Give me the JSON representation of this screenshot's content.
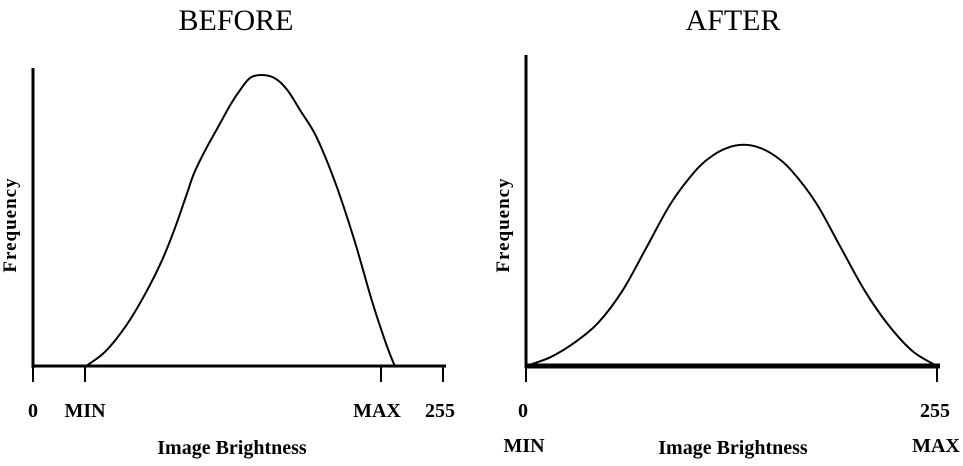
{
  "chart_data": [
    {
      "type": "line",
      "title": "BEFORE",
      "xlabel": "Image Brightness",
      "ylabel": "Frequency",
      "xlim": [
        0,
        255
      ],
      "tick_labels": [
        "0",
        "MIN",
        "MAX",
        "255"
      ],
      "series": [
        {
          "x": [
            33,
            45,
            58,
            70,
            80,
            88,
            95,
            100,
            107,
            115,
            123,
            129,
            135,
            142,
            150,
            158,
            166,
            176,
            188,
            200,
            211,
            220,
            225
          ],
          "y": [
            0,
            0.05,
            0.14,
            0.25,
            0.36,
            0.47,
            0.58,
            0.66,
            0.74,
            0.82,
            0.9,
            0.95,
            0.99,
            1.0,
            0.99,
            0.95,
            0.88,
            0.79,
            0.63,
            0.43,
            0.22,
            0.07,
            0
          ]
        }
      ]
    },
    {
      "type": "line",
      "title": "AFTER",
      "xlabel": "Image Brightness",
      "ylabel": "Frequency",
      "xlim": [
        0,
        255
      ],
      "tick_labels_top": [
        "0",
        "255"
      ],
      "tick_labels_bottom": [
        "MIN",
        "MAX"
      ],
      "series": [
        {
          "x": [
            0,
            15,
            30,
            45,
            60,
            75,
            90,
            105,
            115,
            125,
            135,
            145,
            155,
            165,
            180,
            195,
            210,
            225,
            240,
            255
          ],
          "y": [
            0,
            0.03,
            0.08,
            0.15,
            0.26,
            0.41,
            0.56,
            0.67,
            0.72,
            0.75,
            0.76,
            0.75,
            0.72,
            0.67,
            0.56,
            0.41,
            0.26,
            0.14,
            0.05,
            0
          ]
        }
      ]
    }
  ]
}
